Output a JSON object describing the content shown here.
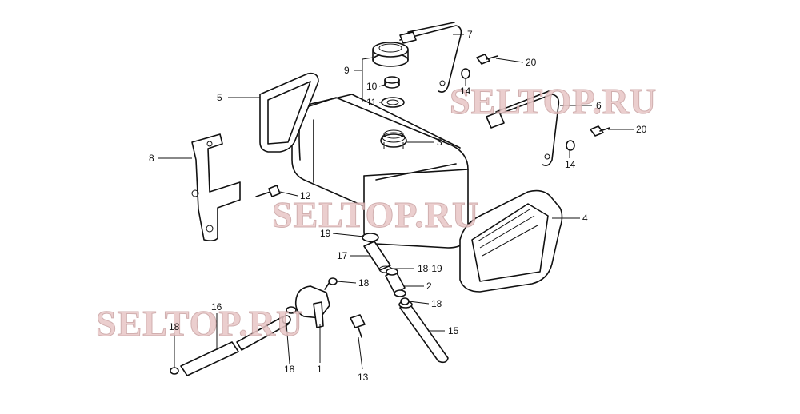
{
  "callouts": {
    "c1": "1",
    "c2": "2",
    "c3": "3",
    "c4": "4",
    "c5": "5",
    "c6": "6",
    "c7": "7",
    "c8": "8",
    "c9": "9",
    "c10": "10",
    "c11": "11",
    "c12": "12",
    "c13": "13",
    "c14a": "14",
    "c14b": "14",
    "c15": "15",
    "c16": "16",
    "c17": "17",
    "c18a": "18",
    "c18b": "18",
    "c18c": "18",
    "c18d": "18",
    "c1819": "18·19",
    "c19": "19",
    "c20a": "20",
    "c20b": "20"
  },
  "watermarks": {
    "top_right": "SELTOP.RU",
    "center": "SELTOP.RU",
    "bottom_left": "SELTOP.RU"
  },
  "colors": {
    "line": "#111111",
    "watermark": "#e8c6c6"
  }
}
